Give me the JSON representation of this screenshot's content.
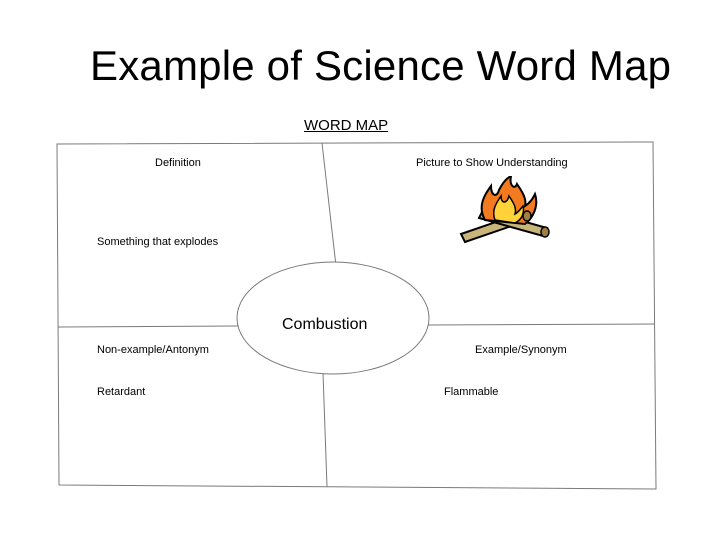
{
  "slide": {
    "title": "Example of Science Word Map"
  },
  "word_map": {
    "heading": "WORD MAP",
    "center_term": "Combustion",
    "quadrants": {
      "definition": {
        "header": "Definition",
        "content": "Something that explodes"
      },
      "picture": {
        "header": "Picture to Show Understanding",
        "icon": "campfire-icon"
      },
      "non_example": {
        "header": "Non-example/Antonym",
        "content": "Retardant"
      },
      "example": {
        "header": "Example/Synonym",
        "content": "Flammable"
      }
    }
  }
}
